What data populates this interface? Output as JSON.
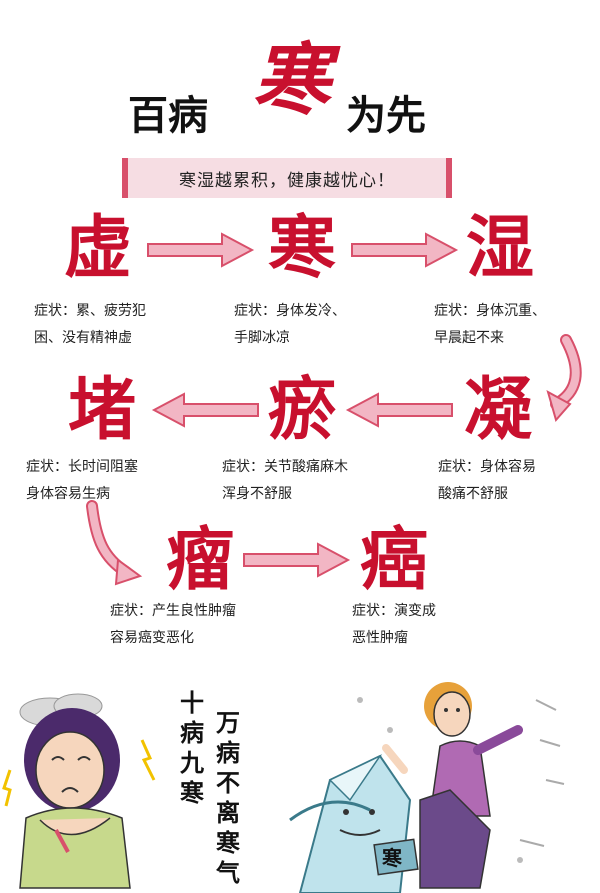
{
  "title": {
    "part1": "百病",
    "big": "寒",
    "part2": "为先"
  },
  "subtitle": "寒湿越累积，健康越忧心！",
  "stages": [
    {
      "char": "虚",
      "symptom_line1": "症状：累、疲劳犯",
      "symptom_line2": "困、没有精神虚"
    },
    {
      "char": "寒",
      "symptom_line1": "症状：身体发冷、",
      "symptom_line2": "手脚冰凉"
    },
    {
      "char": "湿",
      "symptom_line1": "症状：身体沉重、",
      "symptom_line2": "早晨起不来"
    },
    {
      "char": "凝",
      "symptom_line1": "症状：身体容易",
      "symptom_line2": "酸痛不舒服"
    },
    {
      "char": "瘀",
      "symptom_line1": "症状：关节酸痛麻木",
      "symptom_line2": "浑身不舒服"
    },
    {
      "char": "堵",
      "symptom_line1": "症状：长时间阻塞",
      "symptom_line2": "身体容易生病"
    },
    {
      "char": "瘤",
      "symptom_line1": "症状：产生良性肿瘤",
      "symptom_line2": "容易癌变恶化"
    },
    {
      "char": "癌",
      "symptom_line1": "症状：演变成",
      "symptom_line2": "恶性肿瘤"
    }
  ],
  "bottom": {
    "col1": "十病九寒",
    "col2": "万病不离寒气",
    "ice_label": "寒"
  },
  "colors": {
    "accent_red": "#c8102e",
    "arrow_fill": "#f2b6c4",
    "arrow_stroke": "#d8506b",
    "subtitle_bg": "#f6dde3"
  }
}
